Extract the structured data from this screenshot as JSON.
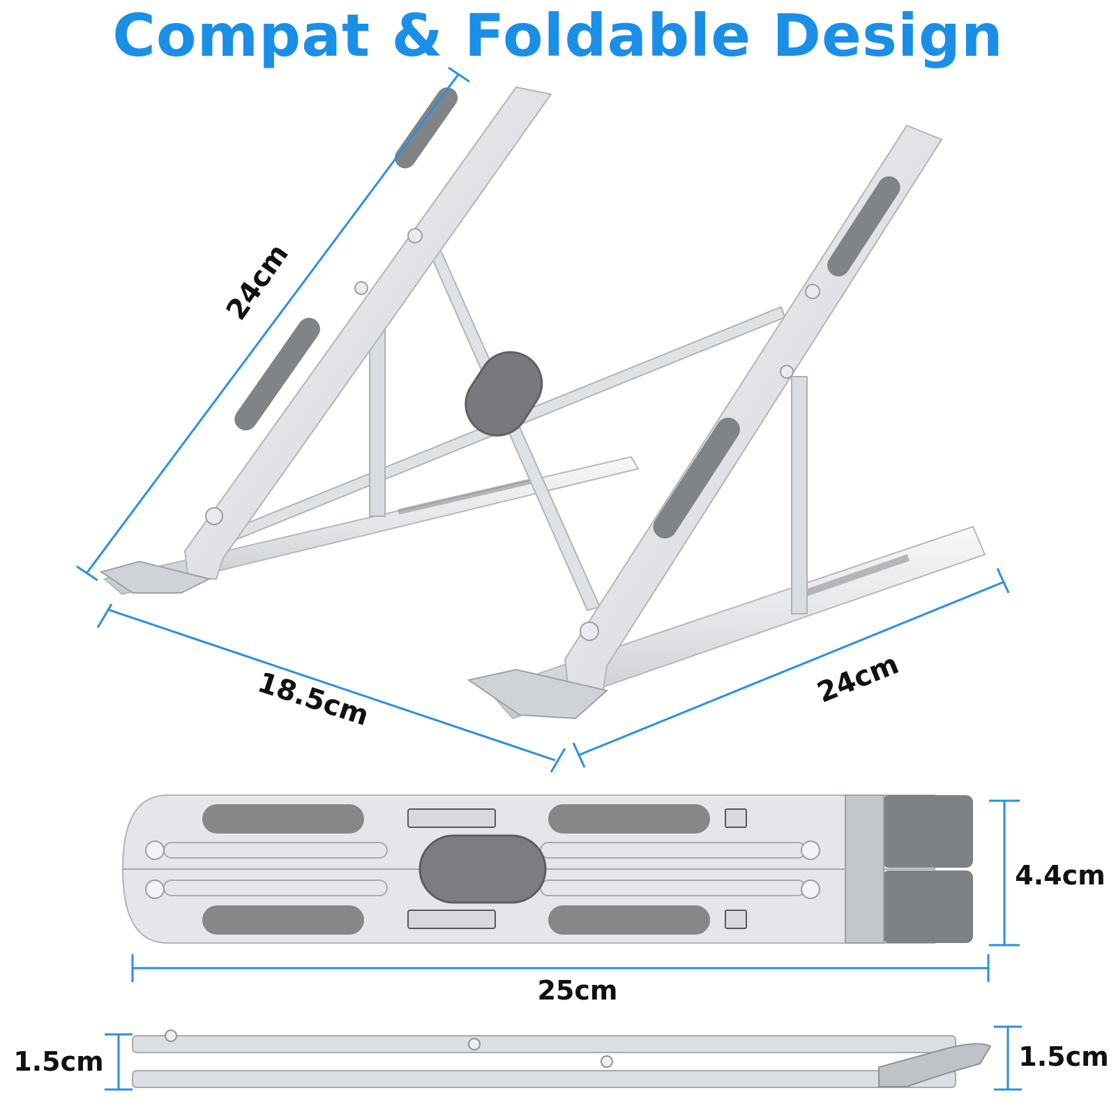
{
  "title": "Compat & Foldable Design",
  "colors": {
    "title": "#1a8fe8",
    "dimension_line": "#2b8fe0",
    "metal_light": "#eceef0",
    "metal_mid": "#c9ccd0",
    "metal_edge": "#a9adb2",
    "pad": "#808386",
    "text": "#111111"
  },
  "dimensions": {
    "open_arm_length": "24cm",
    "open_depth": "18.5cm",
    "open_base_length": "24cm",
    "folded_width": "4.4cm",
    "folded_length": "25cm",
    "side_thickness_left": "1.5cm",
    "side_thickness_right": "1.5cm"
  }
}
